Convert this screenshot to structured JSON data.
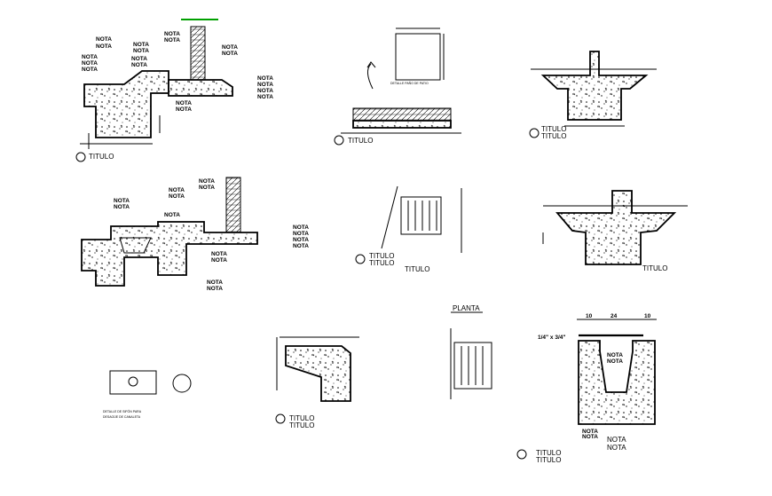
{
  "notes": {
    "nota": "NOTA",
    "titulo": "TITULO",
    "planta": "PLANTA",
    "n_num": "1/4\" x 3/4\"",
    "dim_10": "10",
    "dim_24": "24"
  },
  "details": [
    {
      "id": "d1",
      "title": "TITULO"
    },
    {
      "id": "d2",
      "title": "TITULO"
    },
    {
      "id": "d3",
      "title": "TITULO"
    },
    {
      "id": "d4",
      "title": "TITULO"
    },
    {
      "id": "d5",
      "title": "TITULO"
    },
    {
      "id": "d6",
      "title": "TITULO"
    },
    {
      "id": "d7",
      "title": "TITULO"
    },
    {
      "id": "d8",
      "title": "TITULO"
    }
  ],
  "colors": {
    "line": "#000000",
    "accent": "#00a000",
    "bg": "#ffffff"
  }
}
